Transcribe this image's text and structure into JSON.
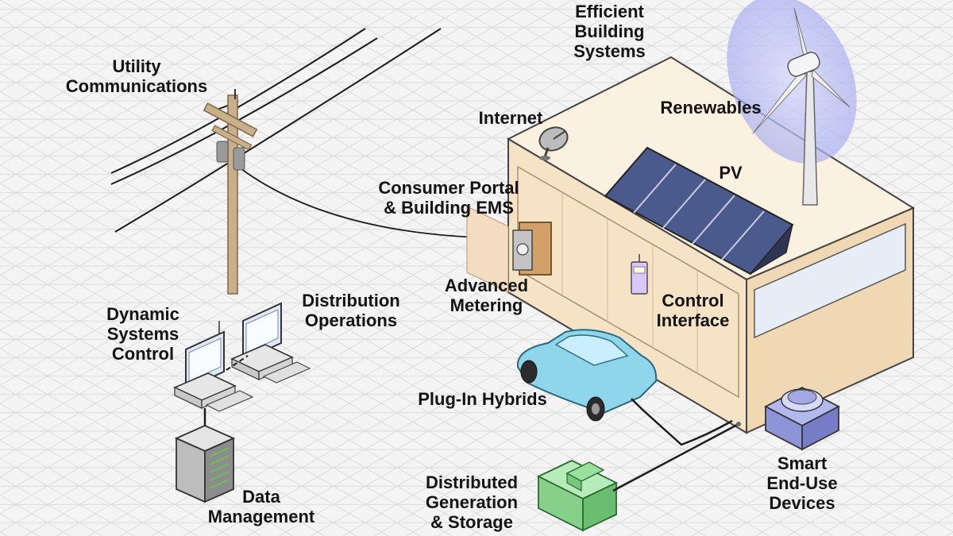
{
  "labels": {
    "utility_communications": [
      "Utility",
      "Communications"
    ],
    "efficient_building_systems": [
      "Efficient",
      "Building",
      "Systems"
    ],
    "renewables": [
      "Renewables"
    ],
    "internet": [
      "Internet"
    ],
    "pv": [
      "PV"
    ],
    "consumer_portal": [
      "Consumer Portal",
      "& Building EMS"
    ],
    "advanced_metering": [
      "Advanced",
      "Metering"
    ],
    "control_interface": [
      "Control",
      "Interface"
    ],
    "distribution_operations": [
      "Distribution",
      "Operations"
    ],
    "dynamic_systems_control": [
      "Dynamic",
      "Systems",
      "Control"
    ],
    "plug_in_hybrids": [
      "Plug-In Hybrids"
    ],
    "data_management": [
      "Data",
      "Management"
    ],
    "distributed_generation": [
      "Distributed",
      "Generation",
      "& Storage"
    ],
    "smart_end_use_devices": [
      "Smart",
      "End-Use",
      "Devices"
    ]
  },
  "colors": {
    "building_wall": "#f6e3c6",
    "building_roof": "#fbf1e0",
    "solar_panel": "#4b5a8c",
    "car": "#8fd6ea",
    "storage": "#86d08c",
    "smart_device": "#8d94d8",
    "turbine_glow": "#b9bdf2",
    "wire": "#1c1c1c",
    "pole": "#c9b08a"
  }
}
